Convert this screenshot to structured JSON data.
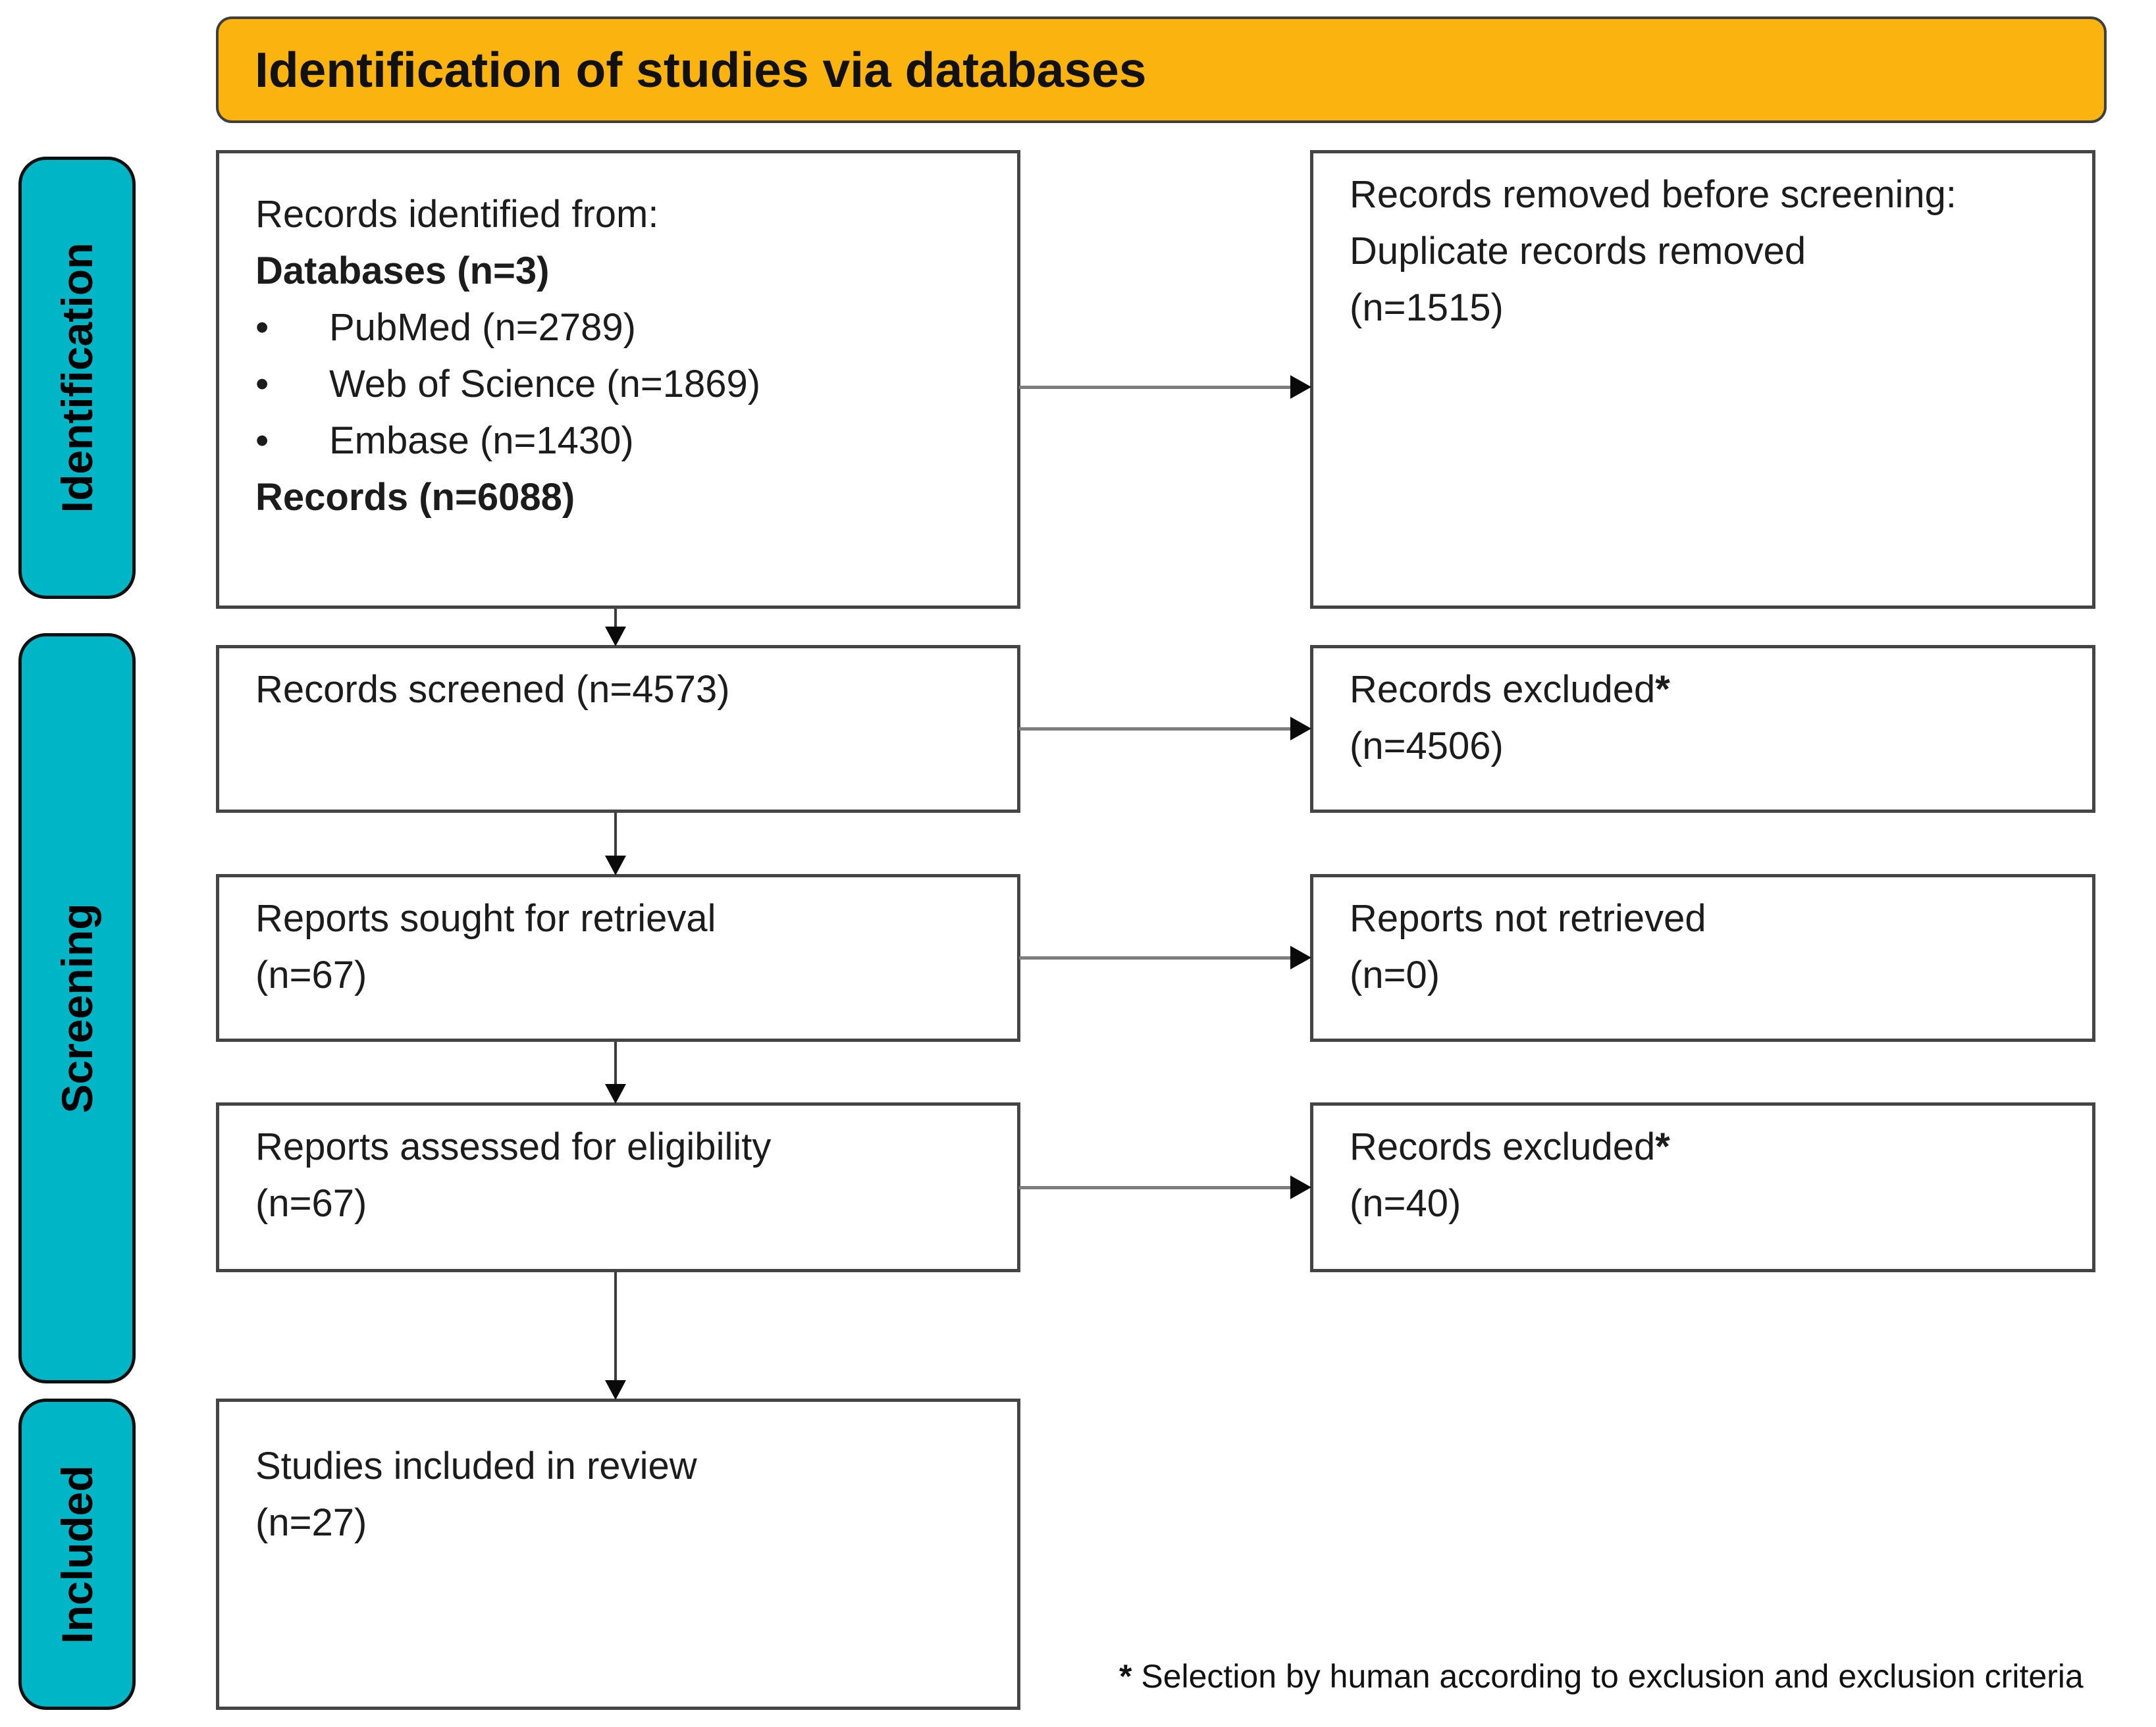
{
  "banner": {
    "title": "Identification of studies via databases"
  },
  "colors": {
    "banner_orange": "#FBB40F",
    "stage_teal": "#00B5C5",
    "box_border": "#454545",
    "arrow_gray": "#7D7D7D"
  },
  "sidebar": {
    "stages": [
      {
        "label": "Identification"
      },
      {
        "label": "Screening"
      },
      {
        "label": "Included"
      }
    ]
  },
  "boxes": {
    "identified": {
      "intro": "Records identified from:",
      "databases": "Databases (n=3)",
      "bullet_char": "•",
      "bullets": [
        "PubMed (n=2789)",
        "Web of Science (n=1869)",
        "Embase (n=1430)"
      ],
      "total": "Records (n=6088)"
    },
    "removed": {
      "line1": "Records removed before screening:",
      "line2": "Duplicate records removed",
      "line3": "(n=1515)"
    },
    "screened": {
      "line1": "Records screened (n=4573)"
    },
    "excluded_1": {
      "line1": "Records excluded",
      "star": "*",
      "line2": "(n=4506)"
    },
    "sought": {
      "line1": "Reports sought for retrieval",
      "line2": "(n=67)"
    },
    "not_retrieved": {
      "line1": "Reports not retrieved",
      "line2": "(n=0)"
    },
    "assessed": {
      "line1": "Reports assessed for eligibility",
      "line2": "(n=67)"
    },
    "excluded_2": {
      "line1": "Records excluded",
      "star": "*",
      "line2": "(n=40)"
    },
    "included": {
      "line1": "Studies included in review",
      "line2": "(n=27)"
    }
  },
  "footnote": {
    "star": "*",
    "text": " Selection by human according to exclusion and exclusion criteria"
  }
}
